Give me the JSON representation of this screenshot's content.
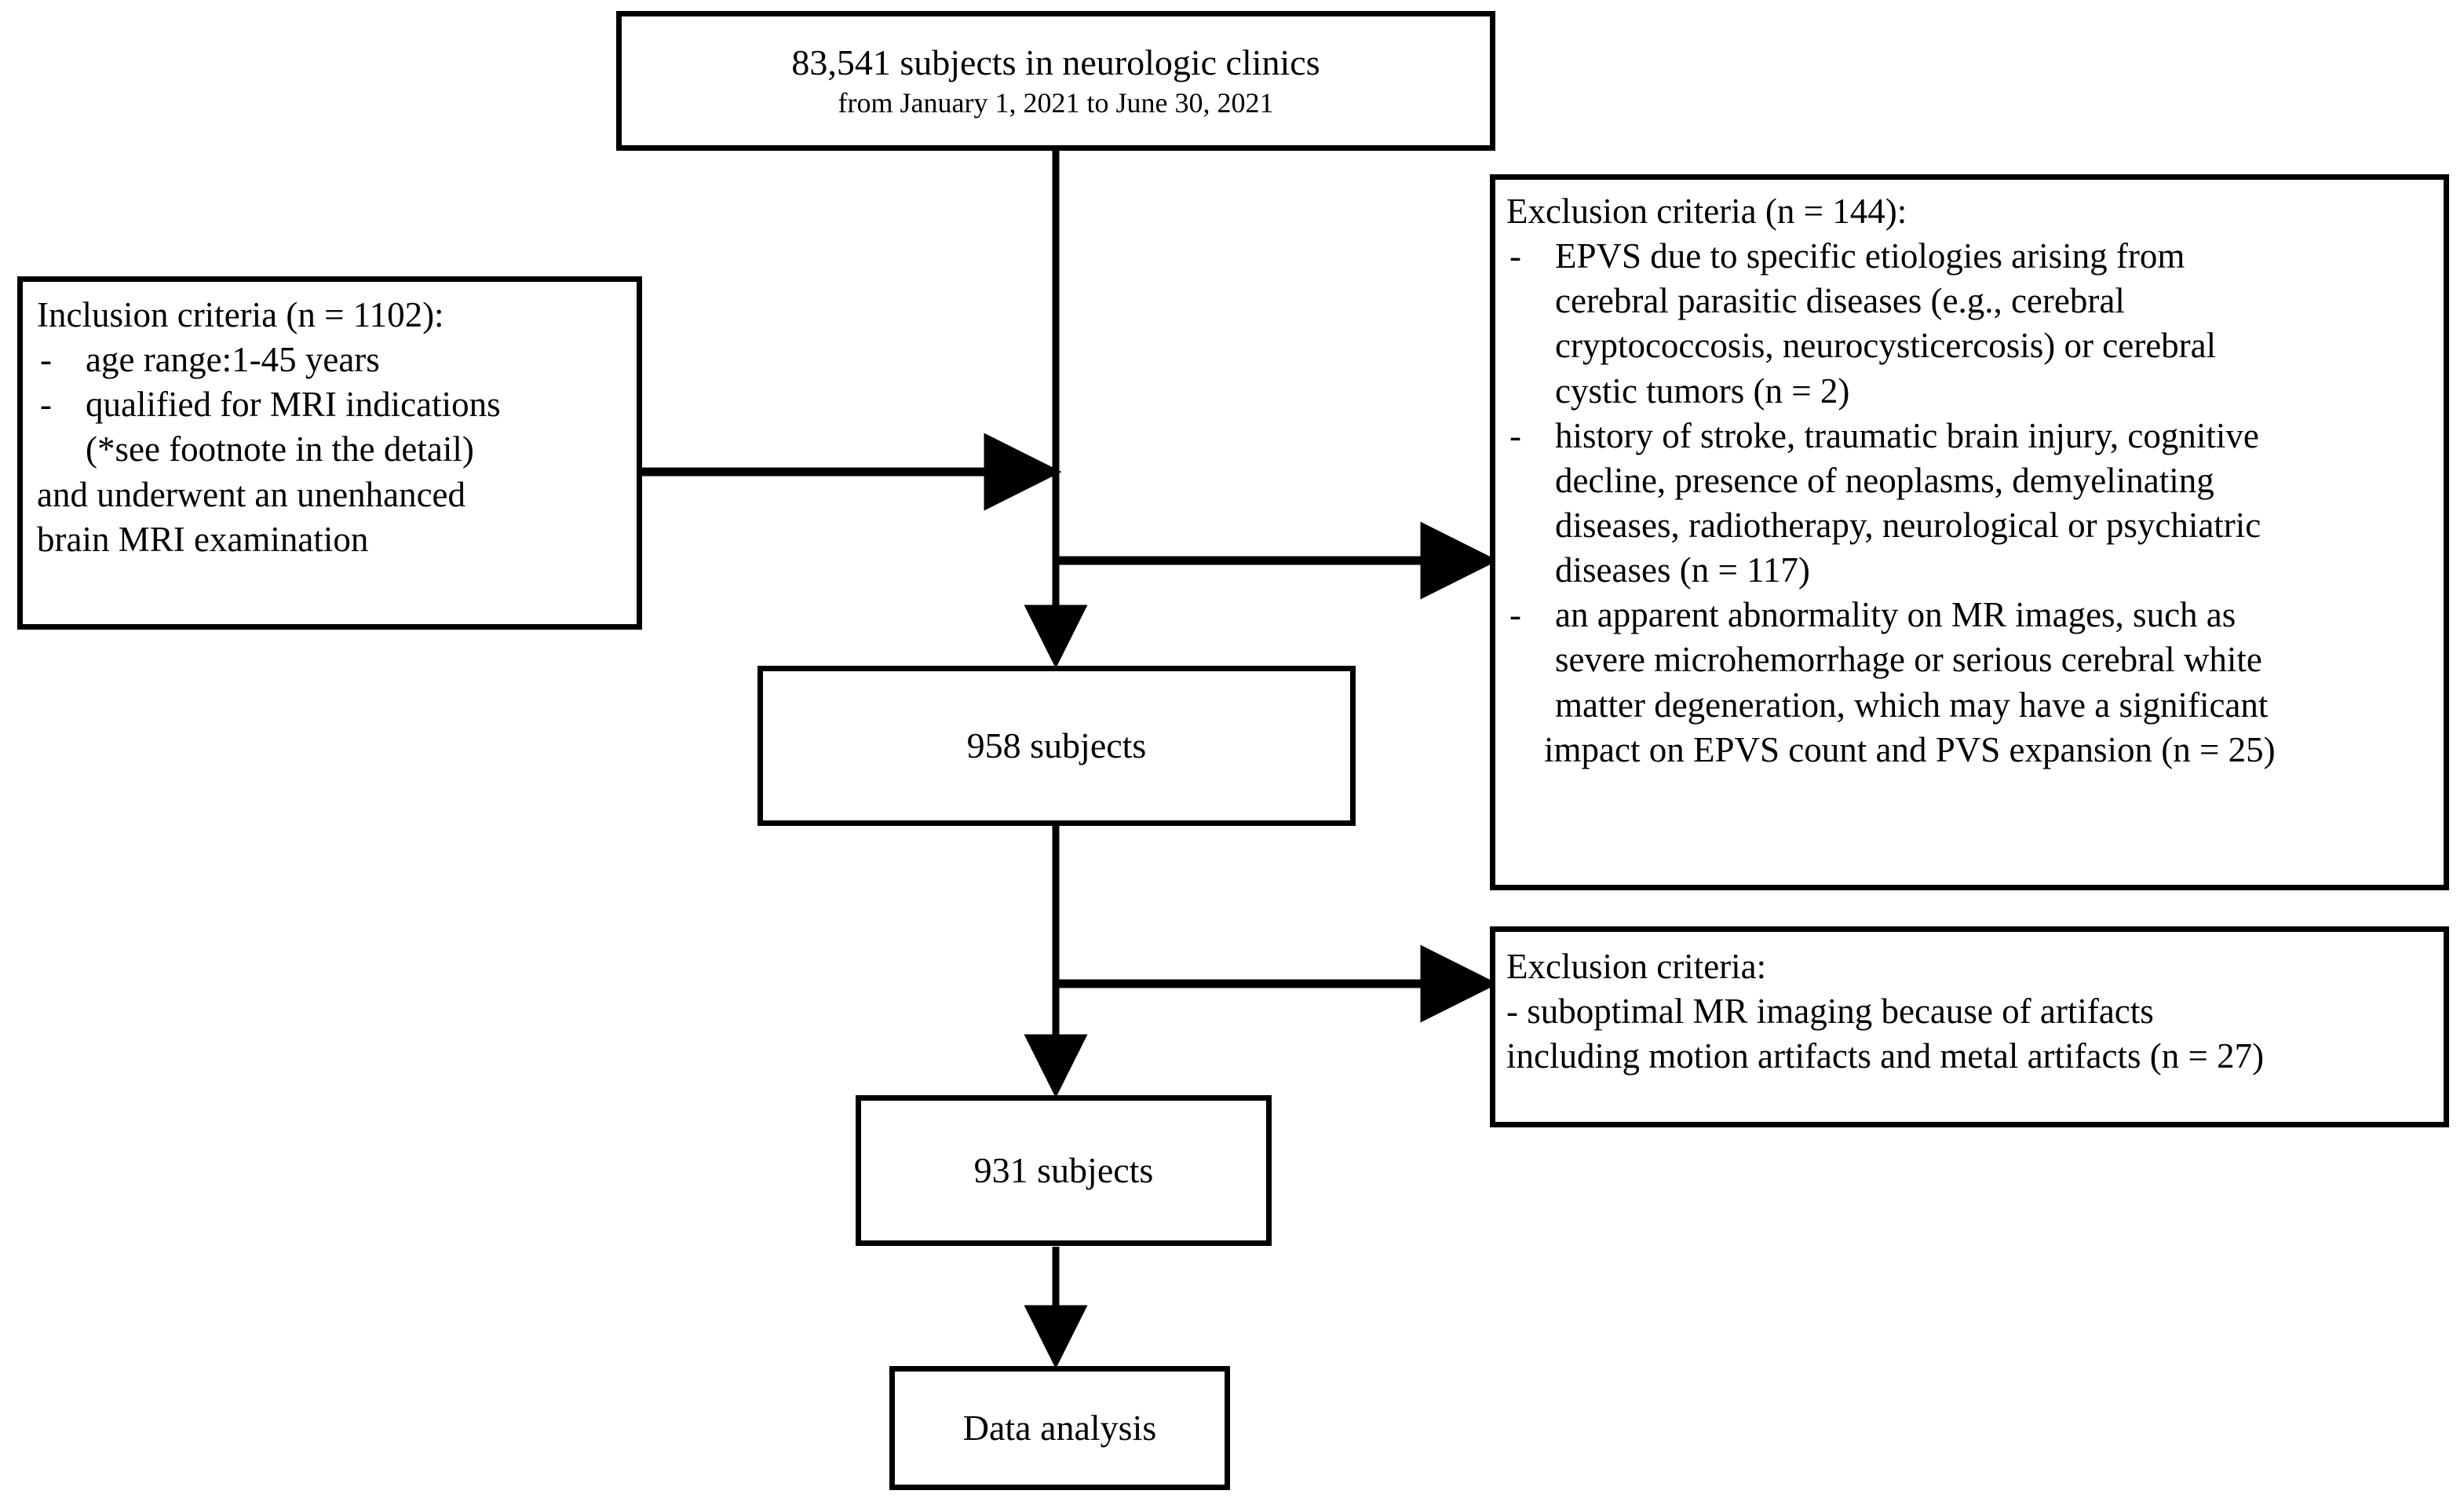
{
  "diagram": {
    "type": "flowchart",
    "title": "Study participant selection flowchart",
    "colors": {
      "stroke": "#000000",
      "background": "#ffffff",
      "text": "#000000"
    },
    "nodes": {
      "source_cohort": {
        "line1": "83,541 subjects in neurologic clinics",
        "line2": "from  January  1, 2021 to June  30, 2021"
      },
      "inclusion_criteria": {
        "heading": "Inclusion criteria (n = 1102):",
        "items": [
          "age range:1-45 years",
          "qualified for  MRI indications (*see footnote in the detail) and underwent an unenhanced brain MRI examination"
        ],
        "item_lines": [
          [
            "age range:1-45 years"
          ],
          [
            "qualified for  MRI indications",
            "(*see footnote in the detail)",
            "and underwent an unenhanced",
            "brain MRI examination"
          ]
        ]
      },
      "exclusion_criteria_1": {
        "heading": "Exclusion criteria (n = 144):",
        "items": [
          "EPVS due to specific etiologies arising from cerebral parasitic diseases (e.g., cerebral cryptococcosis, neurocysticercosis) or cerebral cystic tumors (n = 2)",
          "history of stroke, traumatic brain injury, cognitive decline, presence of neoplasms, demyelinating diseases, radiotherapy, neurological or psychiatric diseases (n = 117)",
          "an apparent abnormality on MR images, such as severe microhemorrhage or serious cerebral white matter degeneration, which may have a significant impact on EPVS count and PVS expansion (n = 25)"
        ],
        "item_lines": [
          [
            "EPVS due to specific etiologies arising from",
            "cerebral parasitic diseases (e.g., cerebral",
            "cryptococcosis,  neurocysticercosis)  or cerebral",
            "cystic tumors (n = 2)"
          ],
          [
            "history of stroke, traumatic brain injury, cognitive",
            "decline, presence  of neoplasms, demyelinating",
            "diseases, radiotherapy,  neurological or psychiatric",
            "diseases (n = 117)"
          ],
          [
            "an apparent  abnormality  on MR images,  such as",
            "severe microhemorrhage  or serious cerebral white",
            "matter degeneration, which may  have a significant",
            "impact on EPVS count and PVS expansion (n = 25)"
          ]
        ]
      },
      "cohort_958": {
        "label": "958 subjects"
      },
      "exclusion_criteria_2": {
        "heading": "Exclusion criteria:",
        "lines": [
          "- suboptimal MR imaging because of artifacts",
          "including motion artifacts and metal artifacts (n = 27)"
        ]
      },
      "cohort_931": {
        "label": "931 subjects"
      },
      "data_analysis": {
        "label": "Data analysis"
      }
    },
    "bullet_glyph": "-"
  }
}
